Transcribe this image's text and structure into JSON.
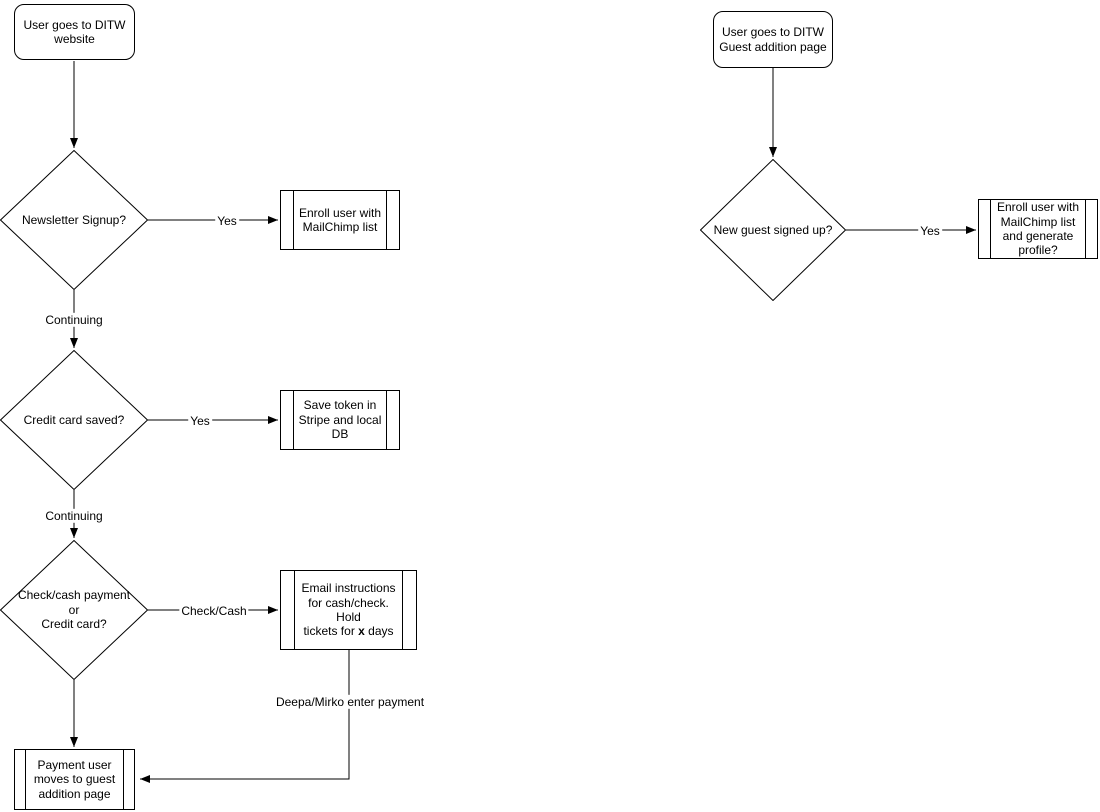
{
  "colors": {
    "stroke": "#000000",
    "canvas_bg": "#ffffff",
    "node_fill": "#ffffff",
    "text": "#000000"
  },
  "left_flow": {
    "start": "User goes to DITW\nwebsite",
    "d1": "Newsletter Signup?",
    "yes1": "Yes",
    "p1": "Enroll user with\nMailChimp list",
    "cont1": "Continuing",
    "d2": "Credit card saved?",
    "yes2": "Yes",
    "p2": "Save token in\nStripe and local\nDB",
    "cont2": "Continuing",
    "d3": "Check/cash payment\nor\nCredit card?",
    "checkcash": "Check/Cash",
    "p3_prefix": "Email instructions\nfor cash/check. Hold\ntickets for ",
    "p3_bold": "x",
    "p3_suffix": " days",
    "deepa": "Deepa/Mirko enter payment",
    "end": "Payment user\nmoves to guest\naddition page"
  },
  "right_flow": {
    "start": "User goes to DITW\nGuest addition page",
    "d1": "New guest signed up?",
    "yes": "Yes",
    "p1": "Enroll user with\nMailChimp list\nand generate\nprofile?"
  }
}
